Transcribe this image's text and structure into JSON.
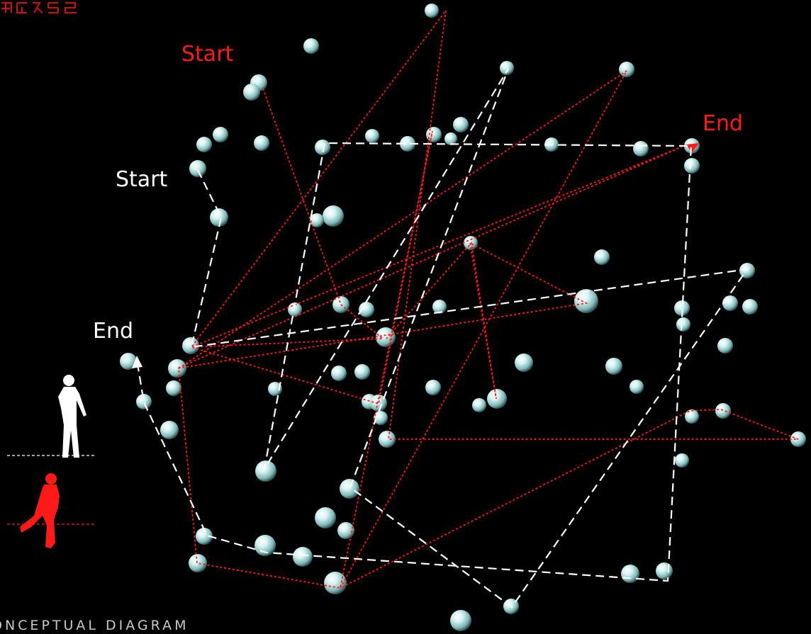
{
  "labels": {
    "red_path_start": "Start",
    "red_path_end": "End",
    "white_path_start": "Start",
    "white_path_end": "End"
  },
  "caption": "ONCEPTUAL DIAGRAM",
  "colors": {
    "background": "#000000",
    "red_path": "#ff1a1a",
    "white_path": "#ffffff",
    "sphere": "#bfe6e6"
  },
  "legend": {
    "white_figure": "standing-person-silhouette",
    "red_figure": "running-person-silhouette"
  }
}
